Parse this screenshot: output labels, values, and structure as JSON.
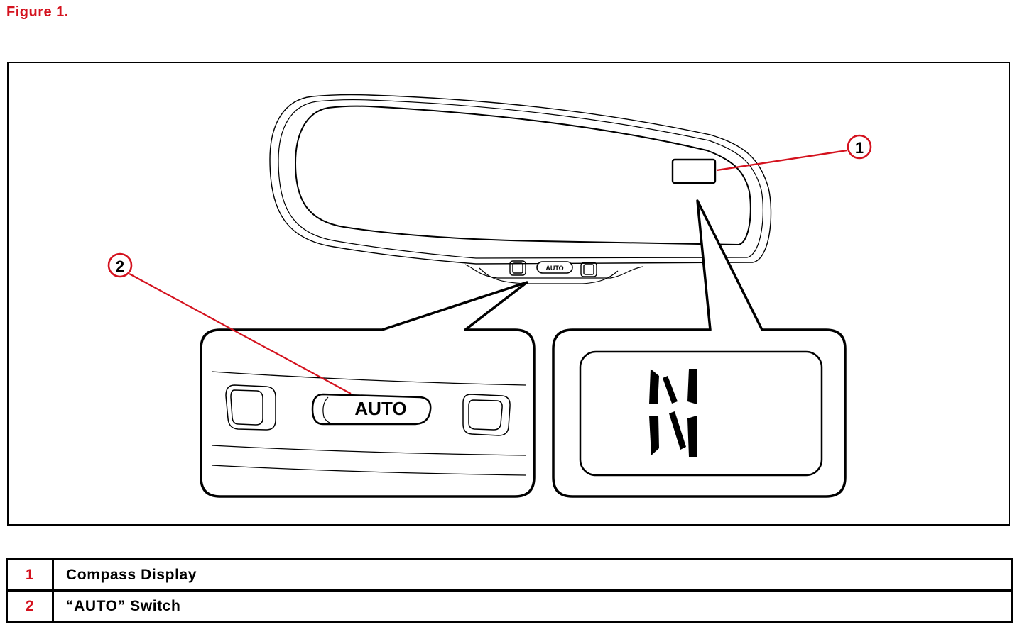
{
  "figure_title": "Figure 1.",
  "colors": {
    "accent": "#d4121e",
    "line": "#000000"
  },
  "callouts": [
    {
      "number": "1",
      "target": "compass-display"
    },
    {
      "number": "2",
      "target": "auto-switch"
    }
  ],
  "mirror_switch_label": "AUTO",
  "zoom_switch_label": "AUTO",
  "compass_heading": "N",
  "legend": [
    {
      "number": "1",
      "description": "Compass Display"
    },
    {
      "number": "2",
      "description": "“AUTO” Switch"
    }
  ]
}
